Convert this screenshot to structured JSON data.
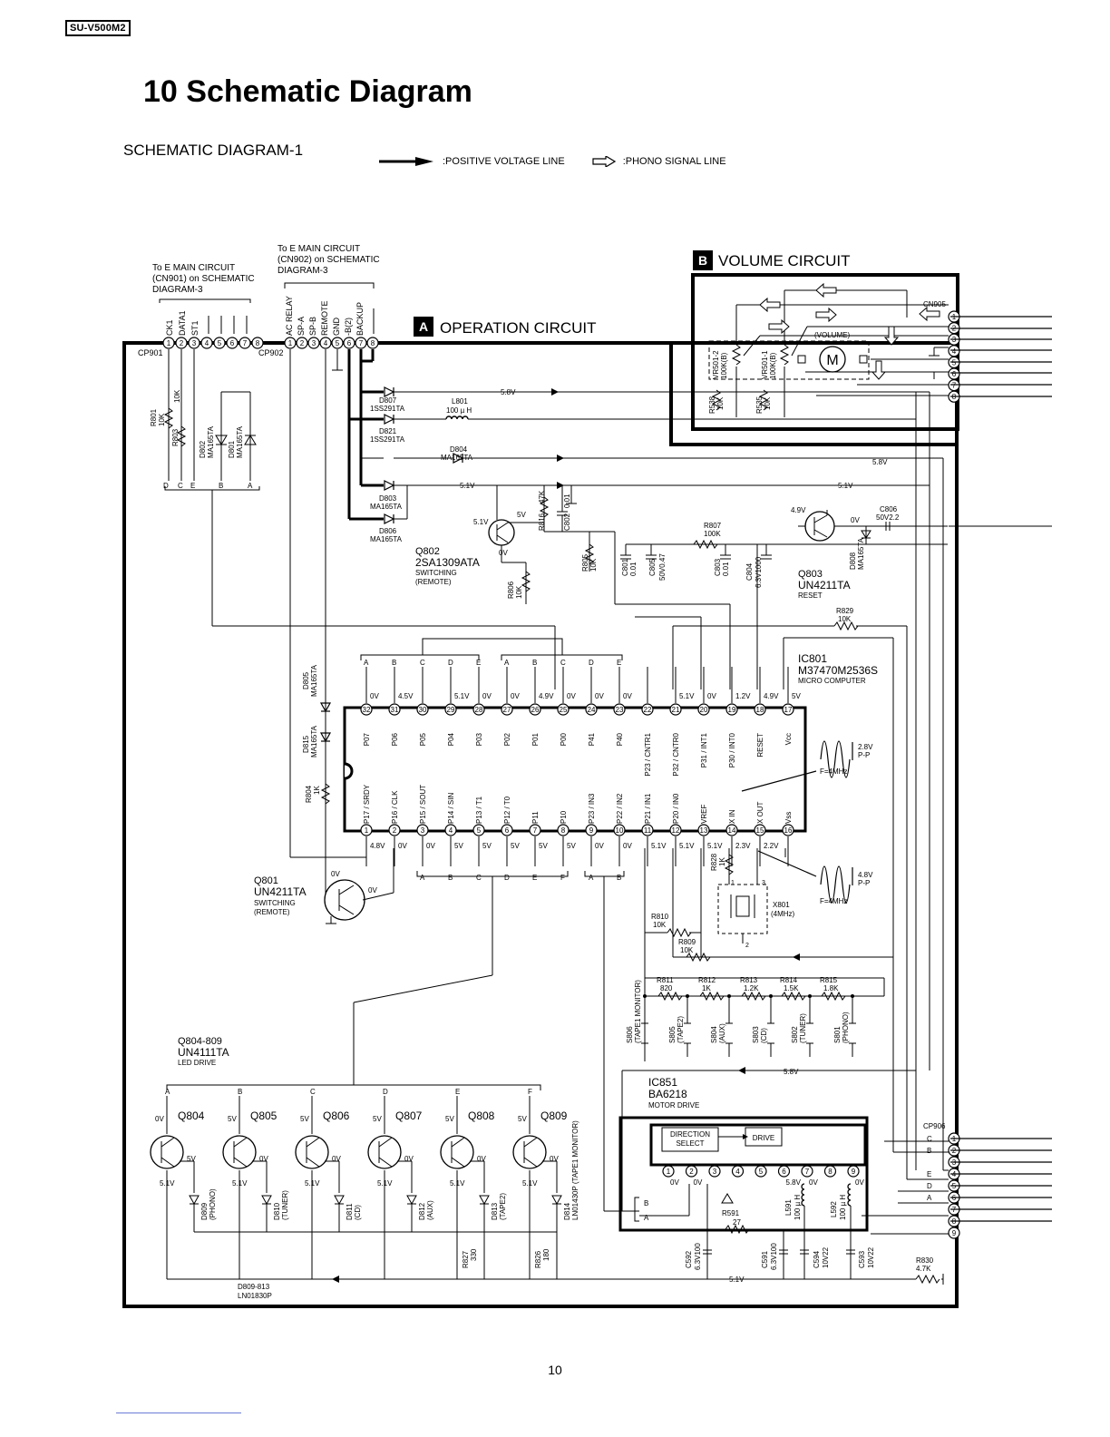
{
  "header": {
    "model": "SU-V500M2",
    "title": "10 Schematic Diagram",
    "subtitle": "SCHEMATIC DIAGRAM-1"
  },
  "legend": {
    "positive_line": ":POSITIVE VOLTAGE LINE",
    "phono_line": ":PHONO SIGNAL LINE"
  },
  "connectors": {
    "cn901_note": [
      "To E MAIN CIRCUIT",
      "(CN901) on SCHEMATIC",
      "DIAGRAM-3"
    ],
    "cn902_note": [
      "To E MAIN CIRCUIT",
      "(CN902) on SCHEMATIC",
      "DIAGRAM-3"
    ],
    "cp901": "CP901",
    "cp902": "CP902",
    "cp906": "CP906",
    "cn905": "CN905",
    "cp901_signals": [
      "CK1",
      "DATA1",
      "ST1",
      "",
      "",
      "",
      "",
      ""
    ],
    "cp902_signals": [
      "AC RELAY",
      "SP-A",
      "SP-B",
      "REMOTE",
      "GND",
      "-B(2)",
      "BACKUP",
      ""
    ]
  },
  "blocks": {
    "operation": "OPERATION CIRCUIT",
    "operation_letter": "A",
    "volume": "VOLUME CIRCUIT",
    "volume_letter": "B",
    "volume_inner": "(VOLUME)",
    "motor": "M"
  },
  "ic801": {
    "ref": "IC801",
    "part": "M37470M2536S",
    "desc": "MICRO COMPUTER",
    "top_pins": [
      {
        "n": "32",
        "label": "P07",
        "v": "0V"
      },
      {
        "n": "31",
        "label": "P06",
        "v": "4.5V"
      },
      {
        "n": "30",
        "label": "P05",
        "v": ""
      },
      {
        "n": "29",
        "label": "P04",
        "v": "5.1V"
      },
      {
        "n": "28",
        "label": "P03",
        "v": "0V"
      },
      {
        "n": "27",
        "label": "P02",
        "v": "0V"
      },
      {
        "n": "26",
        "label": "P01",
        "v": "4.9V"
      },
      {
        "n": "25",
        "label": "P00",
        "v": "0V"
      },
      {
        "n": "24",
        "label": "P41",
        "v": "0V"
      },
      {
        "n": "23",
        "label": "P40",
        "v": "0V"
      },
      {
        "n": "22",
        "label": "P23 / CNTR1",
        "v": ""
      },
      {
        "n": "21",
        "label": "P32 / CNTR0",
        "v": "5.1V"
      },
      {
        "n": "20",
        "label": "P31 / INT1",
        "v": "0V"
      },
      {
        "n": "19",
        "label": "P30 / INT0",
        "v": "1.2V"
      },
      {
        "n": "18",
        "label": "RESET",
        "v": "4.9V"
      },
      {
        "n": "17",
        "label": "Vcc",
        "v": "5V"
      }
    ],
    "bottom_pins": [
      {
        "n": "1",
        "label": "P17 / SRDY",
        "v": "4.8V"
      },
      {
        "n": "2",
        "label": "P16 / CLK",
        "v": "0V"
      },
      {
        "n": "3",
        "label": "P15 / SOUT",
        "v": "0V"
      },
      {
        "n": "4",
        "label": "P14 / SIN",
        "v": "5V"
      },
      {
        "n": "5",
        "label": "P13 / T1",
        "v": "5V"
      },
      {
        "n": "6",
        "label": "P12 / T0",
        "v": "5V"
      },
      {
        "n": "7",
        "label": "P11",
        "v": "5V"
      },
      {
        "n": "8",
        "label": "P10",
        "v": "5V"
      },
      {
        "n": "9",
        "label": "P23 / IN3",
        "v": "0V"
      },
      {
        "n": "10",
        "label": "P22 / IN2",
        "v": "0V"
      },
      {
        "n": "11",
        "label": "P21 / IN1",
        "v": "5.1V"
      },
      {
        "n": "12",
        "label": "P20 / IN0",
        "v": "5.1V"
      },
      {
        "n": "13",
        "label": "VREF",
        "v": "5.1V"
      },
      {
        "n": "14",
        "label": "X IN",
        "v": "2.3V"
      },
      {
        "n": "15",
        "label": "X OUT",
        "v": "2.2V"
      },
      {
        "n": "16",
        "label": "Vss",
        "v": ""
      }
    ],
    "top_bus": [
      "A",
      "B",
      "C",
      "D",
      "E",
      "A",
      "B",
      "C",
      "D",
      "E"
    ],
    "bottom_bus": [
      "A",
      "B",
      "C",
      "D",
      "E",
      "F",
      "A",
      "B"
    ],
    "wave1": [
      "2.8V",
      "P-P",
      "F=4MHz"
    ],
    "wave2": [
      "4.8V",
      "P-P",
      "F=4MHz"
    ]
  },
  "ic851": {
    "ref": "IC851",
    "part": "BA6218",
    "desc": "MOTOR DRIVE",
    "dir_block": [
      "DIRECTION",
      "SELECT"
    ],
    "drive_block": "DRIVE",
    "pins": [
      "1",
      "2",
      "3",
      "4",
      "5",
      "6",
      "7",
      "8",
      "9"
    ],
    "volts": [
      "0V",
      "0V",
      "",
      "",
      "",
      "5.8V",
      "0V",
      "",
      "0V"
    ]
  },
  "transistors": {
    "q802": [
      "Q802",
      "2SA1309ATA",
      "SWITCHING",
      "(REMOTE)"
    ],
    "q803": [
      "Q803",
      "UN4211TA",
      "RESET"
    ],
    "q801": [
      "Q801",
      "UN4211TA",
      "SWITCHING",
      "(REMOTE)"
    ],
    "q804_809": [
      "Q804-809",
      "UN4111TA",
      "LED DRIVE"
    ],
    "led_drivers": [
      {
        "q": "Q804",
        "bus": "A",
        "vb": "0V",
        "vc": "5V",
        "ve": "5.1V",
        "led": "D809",
        "func": "(PHONO)"
      },
      {
        "q": "Q805",
        "bus": "B",
        "vb": "5V",
        "vc": "0V",
        "ve": "5.1V",
        "led": "D810",
        "func": "(TUNER)"
      },
      {
        "q": "Q806",
        "bus": "C",
        "vb": "5V",
        "vc": "0V",
        "ve": "5.1V",
        "led": "D811",
        "func": "(CD)"
      },
      {
        "q": "Q807",
        "bus": "D",
        "vb": "5V",
        "vc": "0V",
        "ve": "5.1V",
        "led": "D812",
        "func": "(AUX)"
      },
      {
        "q": "Q808",
        "bus": "E",
        "vb": "5V",
        "vc": "0V",
        "ve": "5.1V",
        "led": "D813",
        "func": "(TAPE2)"
      },
      {
        "q": "Q809",
        "bus": "F",
        "vb": "5V",
        "vc": "0V",
        "ve": "5.1V",
        "led": "D814",
        "func": "LN01430P (TAPE1 MONITOR)"
      }
    ],
    "led_note": [
      "D809-813",
      "LN01830P"
    ]
  },
  "components": {
    "r801": [
      "R801",
      "10K"
    ],
    "r803": [
      "R803",
      "10K"
    ],
    "d802": [
      "D802",
      "MA165TA"
    ],
    "d801": [
      "D801",
      "MA165TA"
    ],
    "d807": [
      "D807",
      "1SS291TA"
    ],
    "d821": [
      "D821",
      "1SS291TA"
    ],
    "l801": [
      "L801",
      "100 µ H"
    ],
    "d804": [
      "D804",
      "MA165TA"
    ],
    "d803": [
      "D803",
      "MA165TA"
    ],
    "d806": [
      "D806",
      "MA165TA"
    ],
    "r816": [
      "R816",
      "47K"
    ],
    "c802": [
      "C802",
      "0.01"
    ],
    "r805": [
      "R805",
      "10K"
    ],
    "r806": [
      "R806",
      "10K"
    ],
    "c801": [
      "C801",
      "0.01"
    ],
    "c805": [
      "C805",
      "50V0.47"
    ],
    "r807": [
      "R807",
      "100K"
    ],
    "c803": [
      "C803",
      "0.01"
    ],
    "c804": [
      "C804",
      "6.3V1000"
    ],
    "d808": [
      "D808",
      "MA165TA"
    ],
    "c806": [
      "C806",
      "50V2.2"
    ],
    "r829": [
      "R829",
      "10K"
    ],
    "d805": [
      "D805",
      "MA165TA"
    ],
    "d815": [
      "D815",
      "MA165TA"
    ],
    "r804": [
      "R804",
      "1K"
    ],
    "r828": [
      "R828",
      "1K"
    ],
    "x801": [
      "X801",
      "(4MHz)"
    ],
    "r810": [
      "R810",
      "10K"
    ],
    "r809": [
      "R809",
      "10K"
    ],
    "r538": [
      "R538",
      "10K"
    ],
    "vr501_2": [
      "VR501-2",
      "100K(B)"
    ],
    "r535": [
      "R535",
      "10K"
    ],
    "vr501_1": [
      "VR501-1",
      "100K(B)"
    ],
    "ladder": [
      {
        "r": "R811",
        "v": "820"
      },
      {
        "r": "R812",
        "v": "1K"
      },
      {
        "r": "R813",
        "v": "1.2K"
      },
      {
        "r": "R814",
        "v": "1.5K"
      },
      {
        "r": "R815",
        "v": "1.8K"
      }
    ],
    "switches": [
      {
        "s": "S806",
        "f": "(TAPE1 MONITOR)"
      },
      {
        "s": "S805",
        "f": "(TAPE2)"
      },
      {
        "s": "S804",
        "f": "(AUX)"
      },
      {
        "s": "S803",
        "f": "(CD)"
      },
      {
        "s": "S802",
        "f": "(TUNER)"
      },
      {
        "s": "S801",
        "f": "(PHONO)"
      }
    ],
    "r591": [
      "R591",
      "27"
    ],
    "l591": [
      "L591",
      "100 µ H"
    ],
    "l592": [
      "L592",
      "100 µ H"
    ],
    "c592": [
      "C592",
      "6.3V100"
    ],
    "c591": [
      "C591",
      "6.3V100"
    ],
    "c594": [
      "C594",
      "10V22"
    ],
    "c593": [
      "C593",
      "10V22"
    ],
    "r830": [
      "R830",
      "4.7K"
    ],
    "r827": [
      "R827",
      "330"
    ],
    "r826": [
      "R826",
      "180"
    ]
  },
  "rails": {
    "v58": "5.8V",
    "v51": "5.1V",
    "q802_v": "5.1V",
    "q802_5v": "5V",
    "q802_0v": "0V",
    "q803_49": "4.9V",
    "q803_0v": "0V",
    "q801_0v_a": "0V",
    "q801_0v_b": "0V"
  },
  "page": {
    "number": "10"
  }
}
